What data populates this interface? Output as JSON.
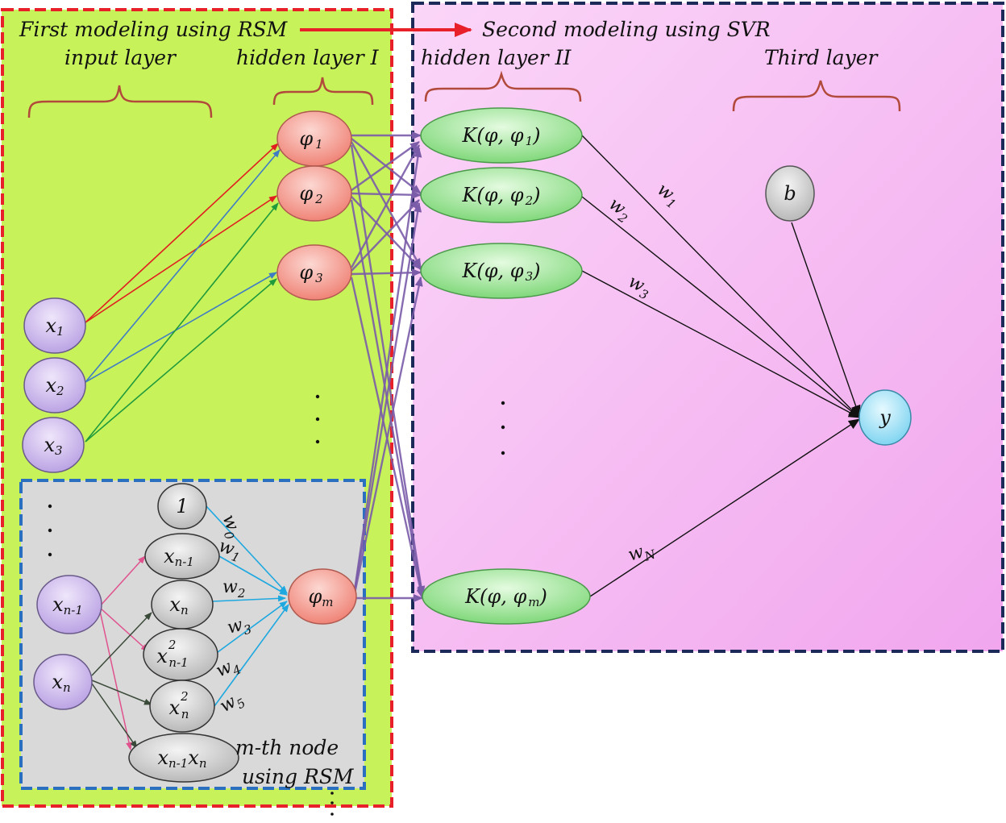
{
  "titles": {
    "first_modeling": "First modeling  using RSM",
    "second_modeling": "Second modeling using SVR"
  },
  "layers": {
    "input": "input layer",
    "hidden1": "hidden layer I",
    "hidden2": "hidden layer II",
    "third": "Third layer"
  },
  "inputs": [
    {
      "base": "x",
      "sub": "1"
    },
    {
      "base": "x",
      "sub": "2"
    },
    {
      "base": "x",
      "sub": "3"
    },
    {
      "base": "x",
      "sub": "n-1"
    },
    {
      "base": "x",
      "sub": "n"
    }
  ],
  "hidden1": [
    {
      "base": "φ",
      "sub": "1"
    },
    {
      "base": "φ",
      "sub": "2"
    },
    {
      "base": "φ",
      "sub": "3"
    },
    {
      "base": "φ",
      "sub": "m"
    }
  ],
  "hidden2": [
    {
      "pre": "K(φ,  φ",
      "sub": "1",
      "post": ")"
    },
    {
      "pre": "K(φ,  φ",
      "sub": "2",
      "post": ")"
    },
    {
      "pre": "K(φ,  φ",
      "sub": "3",
      "post": ")"
    },
    {
      "pre": "K(φ,  φ",
      "sub": "m",
      "post": ")"
    }
  ],
  "bias": "b",
  "output": "y",
  "svr_weights": [
    {
      "base": "w",
      "sub": "1"
    },
    {
      "base": "w",
      "sub": "2"
    },
    {
      "base": "w",
      "sub": "3"
    },
    {
      "base": "w",
      "sub": "N"
    }
  ],
  "rsm_terms": [
    {
      "label": "1"
    },
    {
      "label": "x",
      "sub": "n-1"
    },
    {
      "label": "x",
      "sub": "n"
    },
    {
      "label": "x",
      "sup": "2",
      "sub": "n-1"
    },
    {
      "label": "x",
      "sup": "2",
      "sub": "n"
    },
    {
      "label": "x",
      "sub": "n-1",
      "label2": "x",
      "sub2": "n"
    }
  ],
  "rsm_weights": [
    {
      "base": "w",
      "sub": "0"
    },
    {
      "base": "w",
      "sub": "1"
    },
    {
      "base": "w",
      "sub": "2"
    },
    {
      "base": "w",
      "sub": "3"
    },
    {
      "base": "w",
      "sub": "4"
    },
    {
      "base": "w",
      "sub": "5"
    }
  ],
  "rsm_caption": [
    "m-th node",
    "using RSM"
  ],
  "ellipsis": ". . .",
  "colors": {
    "rsm_panel": "#c8f25a",
    "svr_panel": "#f6c0f4",
    "rsm_inner": "#d9d9d9",
    "red_border": "#e8202a",
    "navy_border": "#1c2a5a",
    "blue_border": "#2a6fc0",
    "input_node": "#c7b2ea",
    "hidden1_node": "#f3897e",
    "hidden2_node": "#8fe08a",
    "gray_node": "#c9c9c9",
    "output_node": "#8fdcf4",
    "edge_red": "#e02020",
    "edge_blue": "#3f7cc4",
    "edge_green": "#1f9a3c",
    "edge_purple": "#7a5ca8",
    "edge_pink": "#e0528e",
    "edge_cyan": "#1ea8e0",
    "edge_dark": "#3a4a38",
    "brace": "#b24a3c"
  }
}
